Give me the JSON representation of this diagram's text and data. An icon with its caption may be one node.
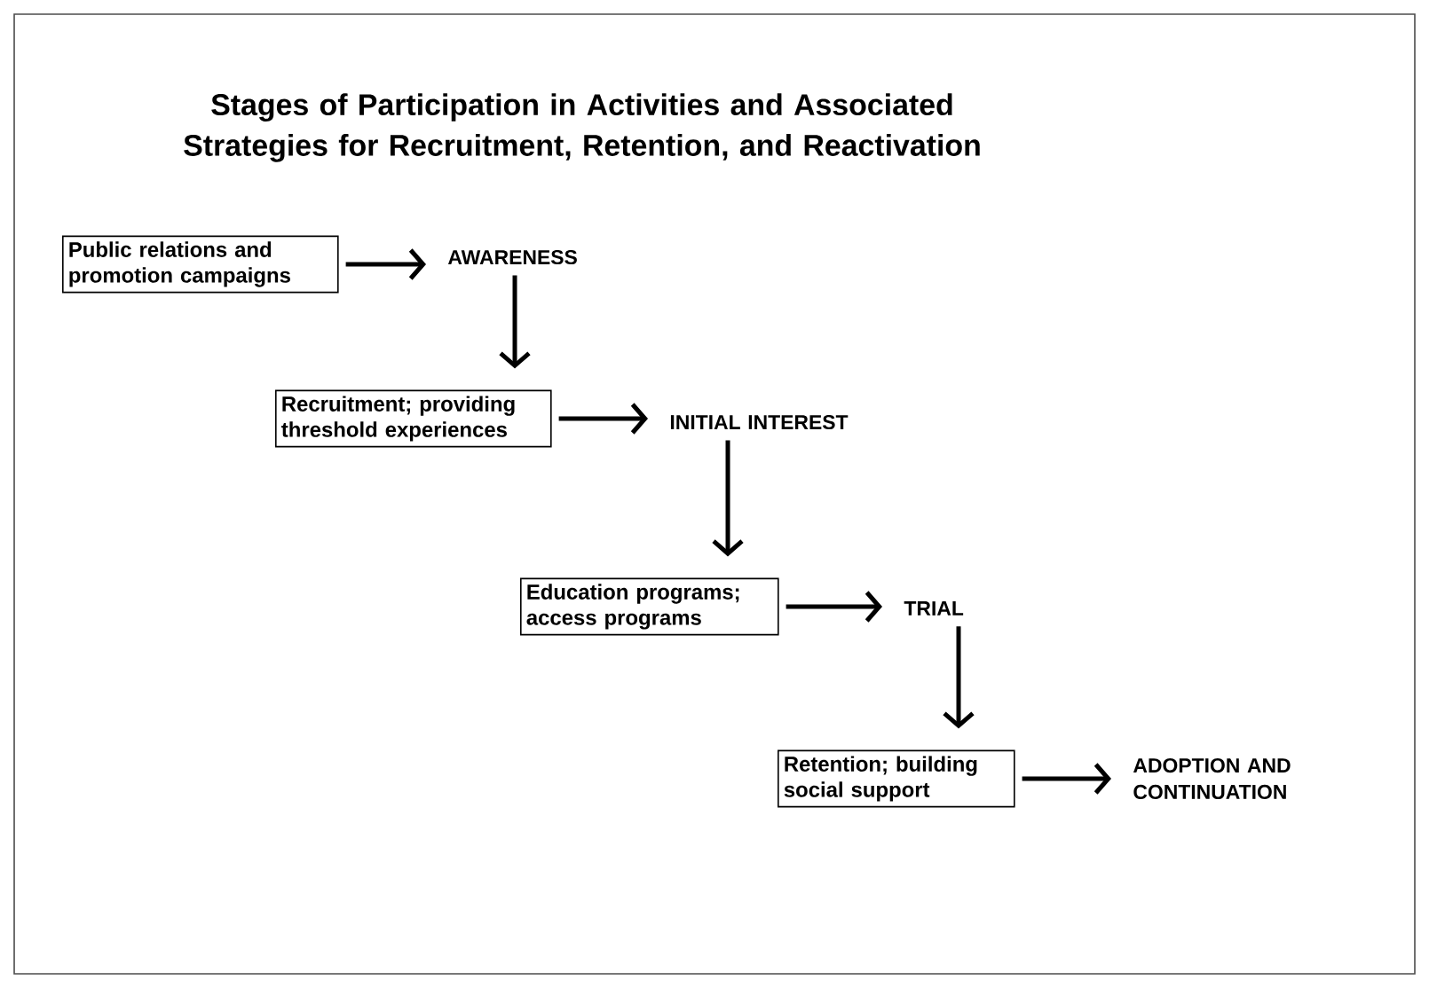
{
  "diagram": {
    "title": "Stages of Participation in Activities and Associated Strategies for Recruitment, Retention, and Reactivation",
    "nodes": [
      {
        "text": [
          "Public relations and promotion campaigns"
        ]
      },
      {
        "text": [
          "AWARENESS"
        ]
      },
      {
        "text": [
          "Recruitment; providing threshold experiences"
        ]
      },
      {
        "text": [
          "INITIAL INTEREST"
        ]
      },
      {
        "text": [
          "Education programs; access programs"
        ]
      },
      {
        "text": [
          "TRIAL"
        ]
      },
      {
        "text": [
          "Retention; building social support"
        ]
      },
      {
        "text": [
          "ADOPTION AND CONTINUATION"
        ]
      }
    ],
    "edges": [
      {
        "from": 0,
        "to": 1,
        "arrow": "to"
      },
      {
        "from": 1,
        "to": 2,
        "arrow": "to"
      },
      {
        "from": 2,
        "to": 3,
        "arrow": "to"
      },
      {
        "from": 3,
        "to": 4,
        "arrow": "to"
      },
      {
        "from": 4,
        "to": 5,
        "arrow": "to"
      },
      {
        "from": 5,
        "to": 6,
        "arrow": "to"
      },
      {
        "from": 6,
        "to": 7,
        "arrow": "to"
      }
    ]
  }
}
